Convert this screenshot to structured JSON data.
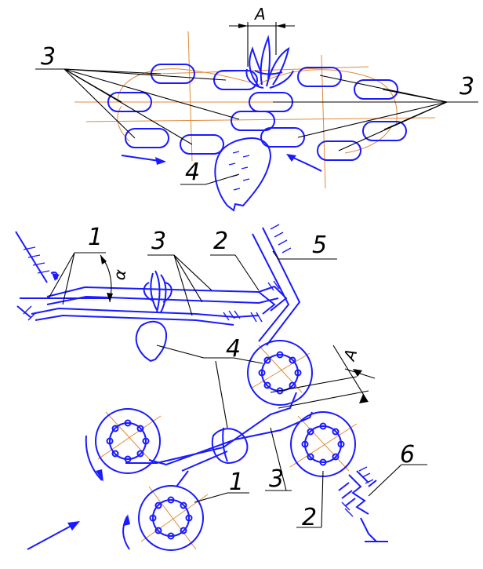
{
  "labels": {
    "dim_a_top": "A",
    "dim_a_bottom": "A",
    "alpha": "α",
    "n1_a": "1",
    "n1_b": "1",
    "n2_a": "2",
    "n2_b": "2",
    "n3_left": "3",
    "n3_right": "3",
    "n3_mid": "3",
    "n3_bottom": "3",
    "n4_top": "4",
    "n4_mid": "4",
    "n5": "5",
    "n6": "6"
  },
  "colors": {
    "mechanism": "#1a1aff",
    "hatch_lines": "#1a1aff",
    "center_lines": "#e08a3c",
    "leader_lines": "#000000"
  }
}
